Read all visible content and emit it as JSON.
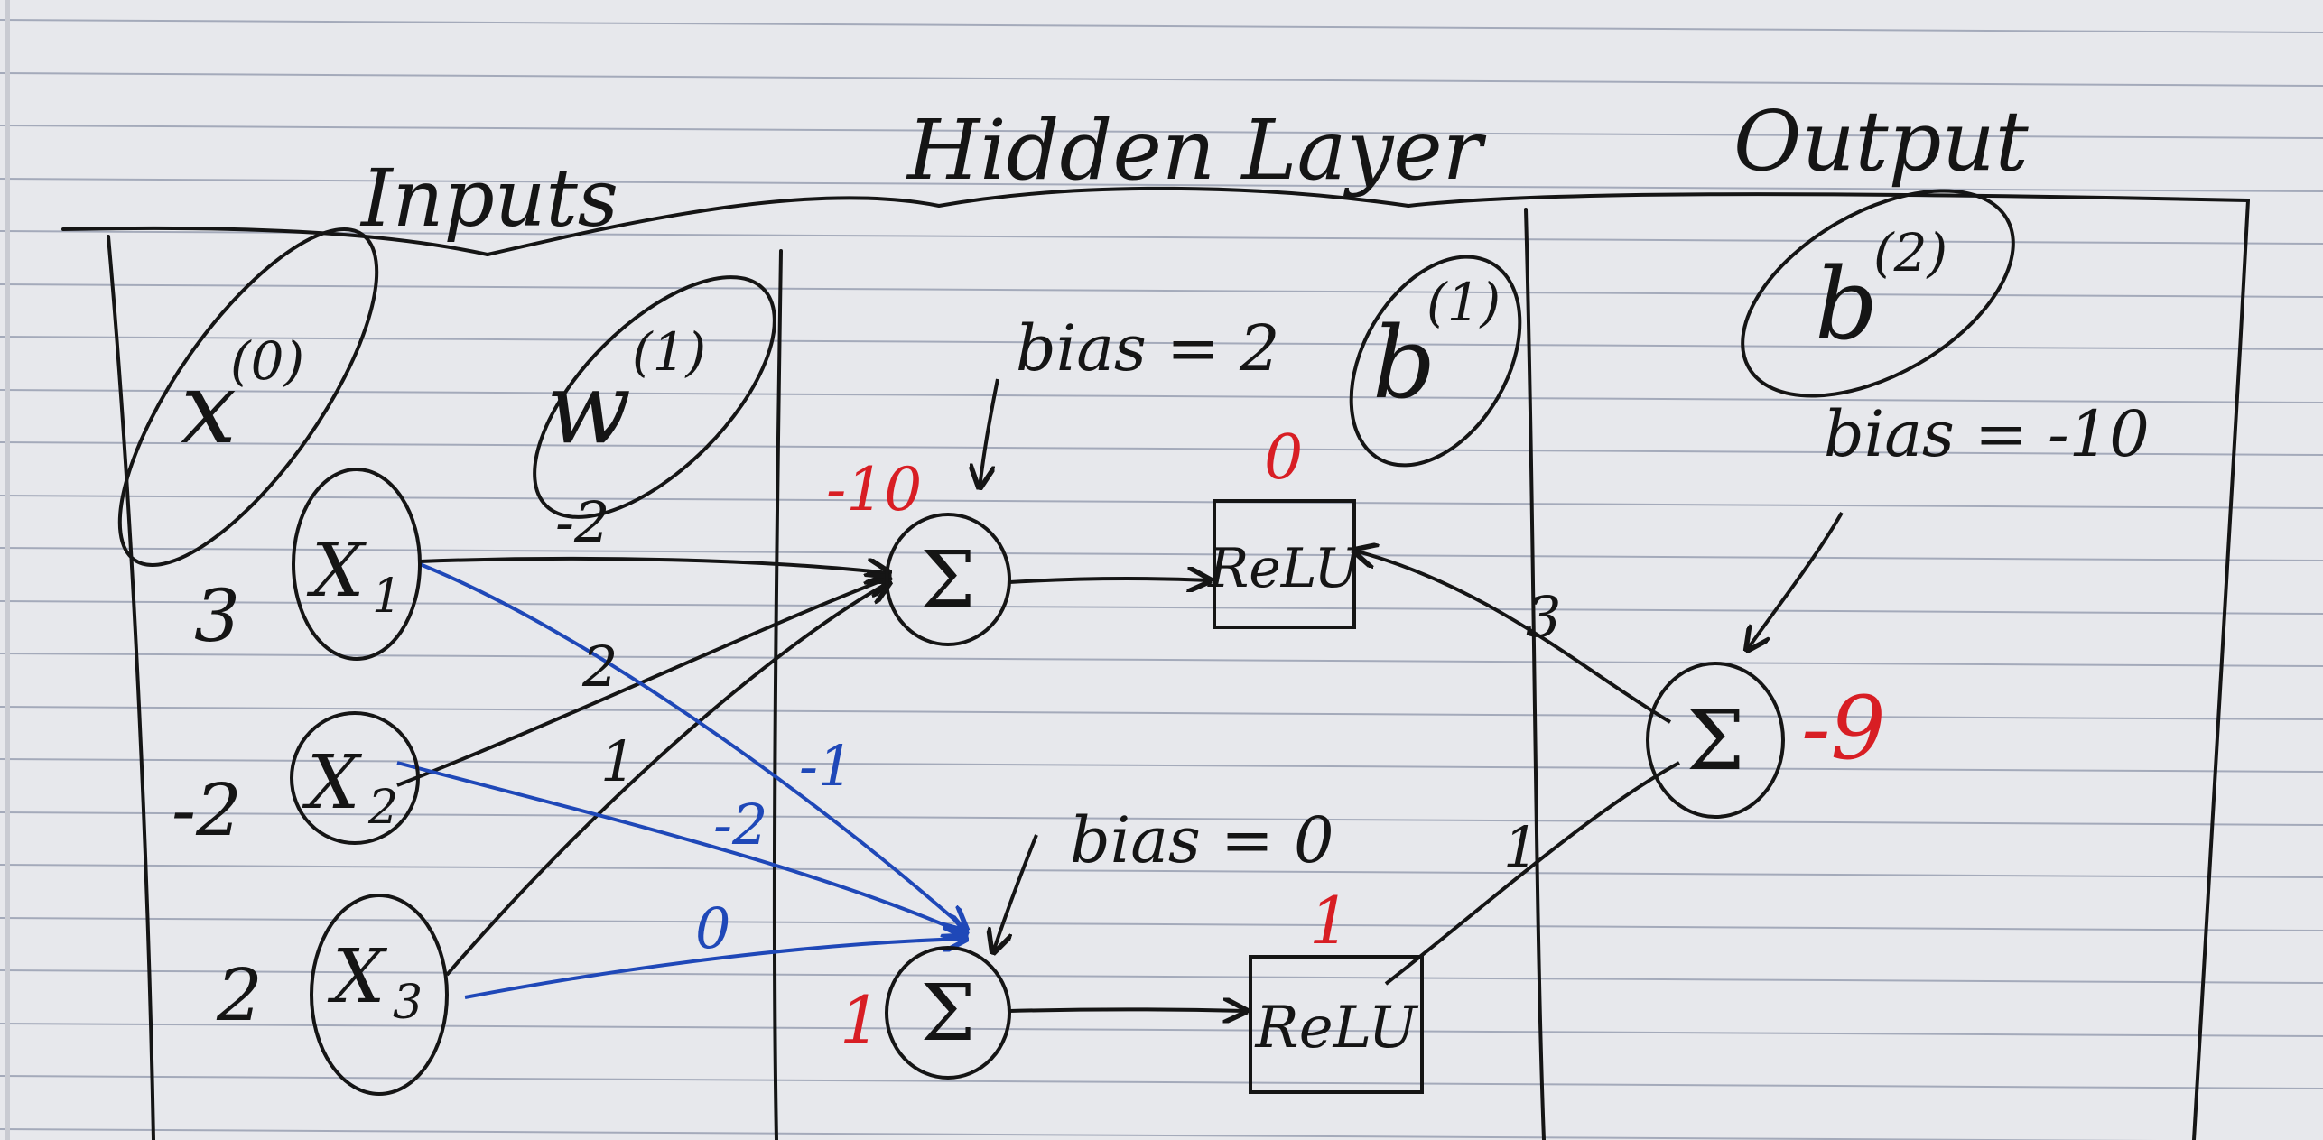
{
  "section_titles": {
    "inputs": "Inputs",
    "hidden": "Hidden Layer",
    "output": "Output"
  },
  "params": {
    "x0": "x",
    "x0_sup": "(0)",
    "w1": "w",
    "w1_sup": "(1)",
    "b1": "b",
    "b1_sup": "(1)",
    "b2": "b",
    "b2_sup": "(2)"
  },
  "inputs": [
    {
      "name": "X",
      "sub": "1",
      "value": "3"
    },
    {
      "name": "X",
      "sub": "2",
      "value": "-2"
    },
    {
      "name": "X",
      "sub": "3",
      "value": "2"
    }
  ],
  "hidden_neurons": [
    {
      "symbol": "Σ",
      "bias_label": "bias = 2",
      "sum": "-10",
      "activation": "ReLU",
      "activation_out": "0"
    },
    {
      "symbol": "Σ",
      "bias_label": "bias = 0",
      "sum": "1",
      "activation": "ReLU",
      "activation_out": "1"
    }
  ],
  "output_neuron": {
    "symbol": "Σ",
    "bias_label": "bias = -10",
    "sum": "-9"
  },
  "weights_to_h1": [
    "-2",
    "2",
    "1"
  ],
  "weights_to_h2": [
    "-1",
    "-2",
    "0"
  ],
  "weights_to_out": [
    "3",
    "1"
  ],
  "colors": {
    "paper": "#e7e8ec",
    "rule_line": "#8e96aa",
    "ink": "#151515",
    "red_ink": "#d81e24",
    "blue_ink": "#1f48b8"
  }
}
